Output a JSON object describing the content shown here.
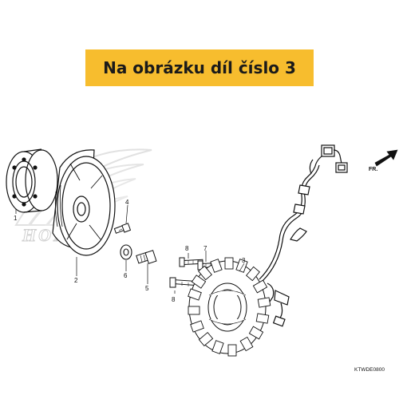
{
  "banner": {
    "text": "Na obrázku díl číslo 3",
    "color": "#f7bd2e"
  },
  "diagram": {
    "callouts": [
      "1",
      "2",
      "3",
      "4",
      "5",
      "6",
      "7",
      "8",
      "8"
    ],
    "direction_label": "FR.",
    "drawing_code": "KTWDE0800",
    "watermark_text": "HONDA"
  }
}
